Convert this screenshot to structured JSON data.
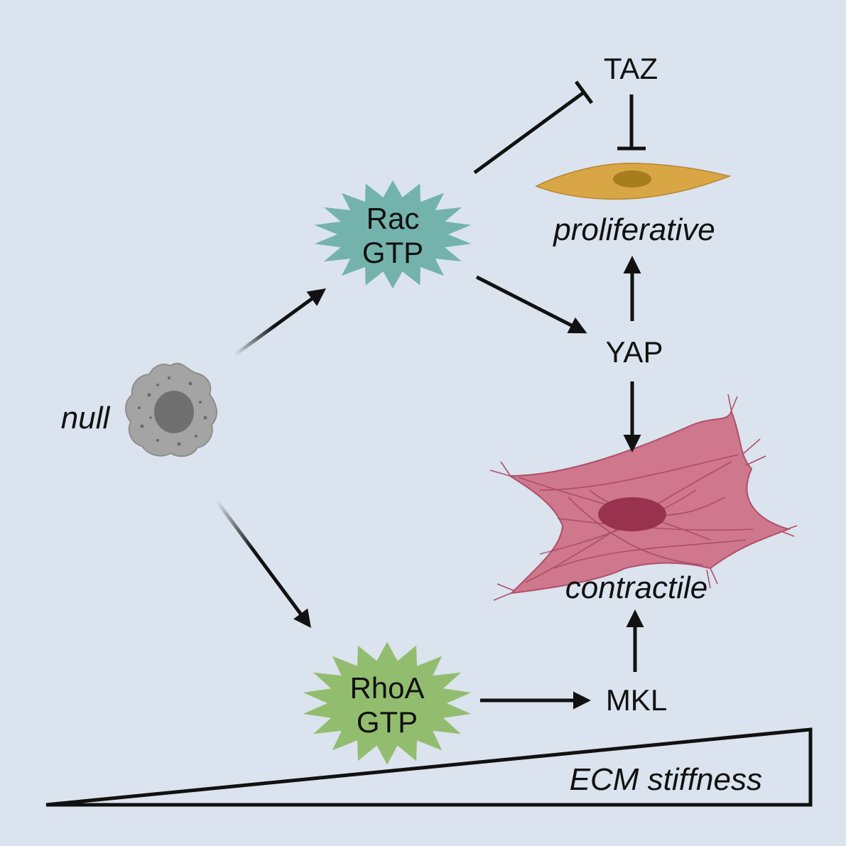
{
  "labels": {
    "null_state": "null",
    "rac_line1": "Rac",
    "rac_line2": "GTP",
    "rhoa_line1": "RhoA",
    "rhoa_line2": "GTP",
    "taz": "TAZ",
    "yap": "YAP",
    "mkl": "MKL",
    "proliferative": "proliferative",
    "contractile": "contractile",
    "ecm_stiffness": "ECM stiffness"
  },
  "colors": {
    "background": "#dae3ee",
    "rac_burst": "#74b3ac",
    "rhoa_burst": "#93bd6e",
    "proliferative_cell": "#d9a646",
    "proliferative_nucleus": "#a87d1d",
    "contractile_cell": "#cc6a82",
    "contractile_nucleus": "#99324e",
    "null_cell": "#a4a4a4",
    "null_nucleus": "#707070",
    "ink": "#111111"
  },
  "edges": [
    {
      "from": "null",
      "to": "Rac GTP",
      "type": "activation"
    },
    {
      "from": "null",
      "to": "RhoA GTP",
      "type": "activation"
    },
    {
      "from": "Rac GTP",
      "to": "TAZ",
      "type": "inhibition"
    },
    {
      "from": "TAZ",
      "to": "proliferative",
      "type": "inhibition"
    },
    {
      "from": "Rac GTP",
      "to": "YAP",
      "type": "activation"
    },
    {
      "from": "YAP",
      "to": "proliferative",
      "type": "activation"
    },
    {
      "from": "YAP",
      "to": "contractile",
      "type": "activation"
    },
    {
      "from": "RhoA GTP",
      "to": "MKL",
      "type": "activation"
    },
    {
      "from": "MKL",
      "to": "contractile",
      "type": "activation"
    }
  ]
}
